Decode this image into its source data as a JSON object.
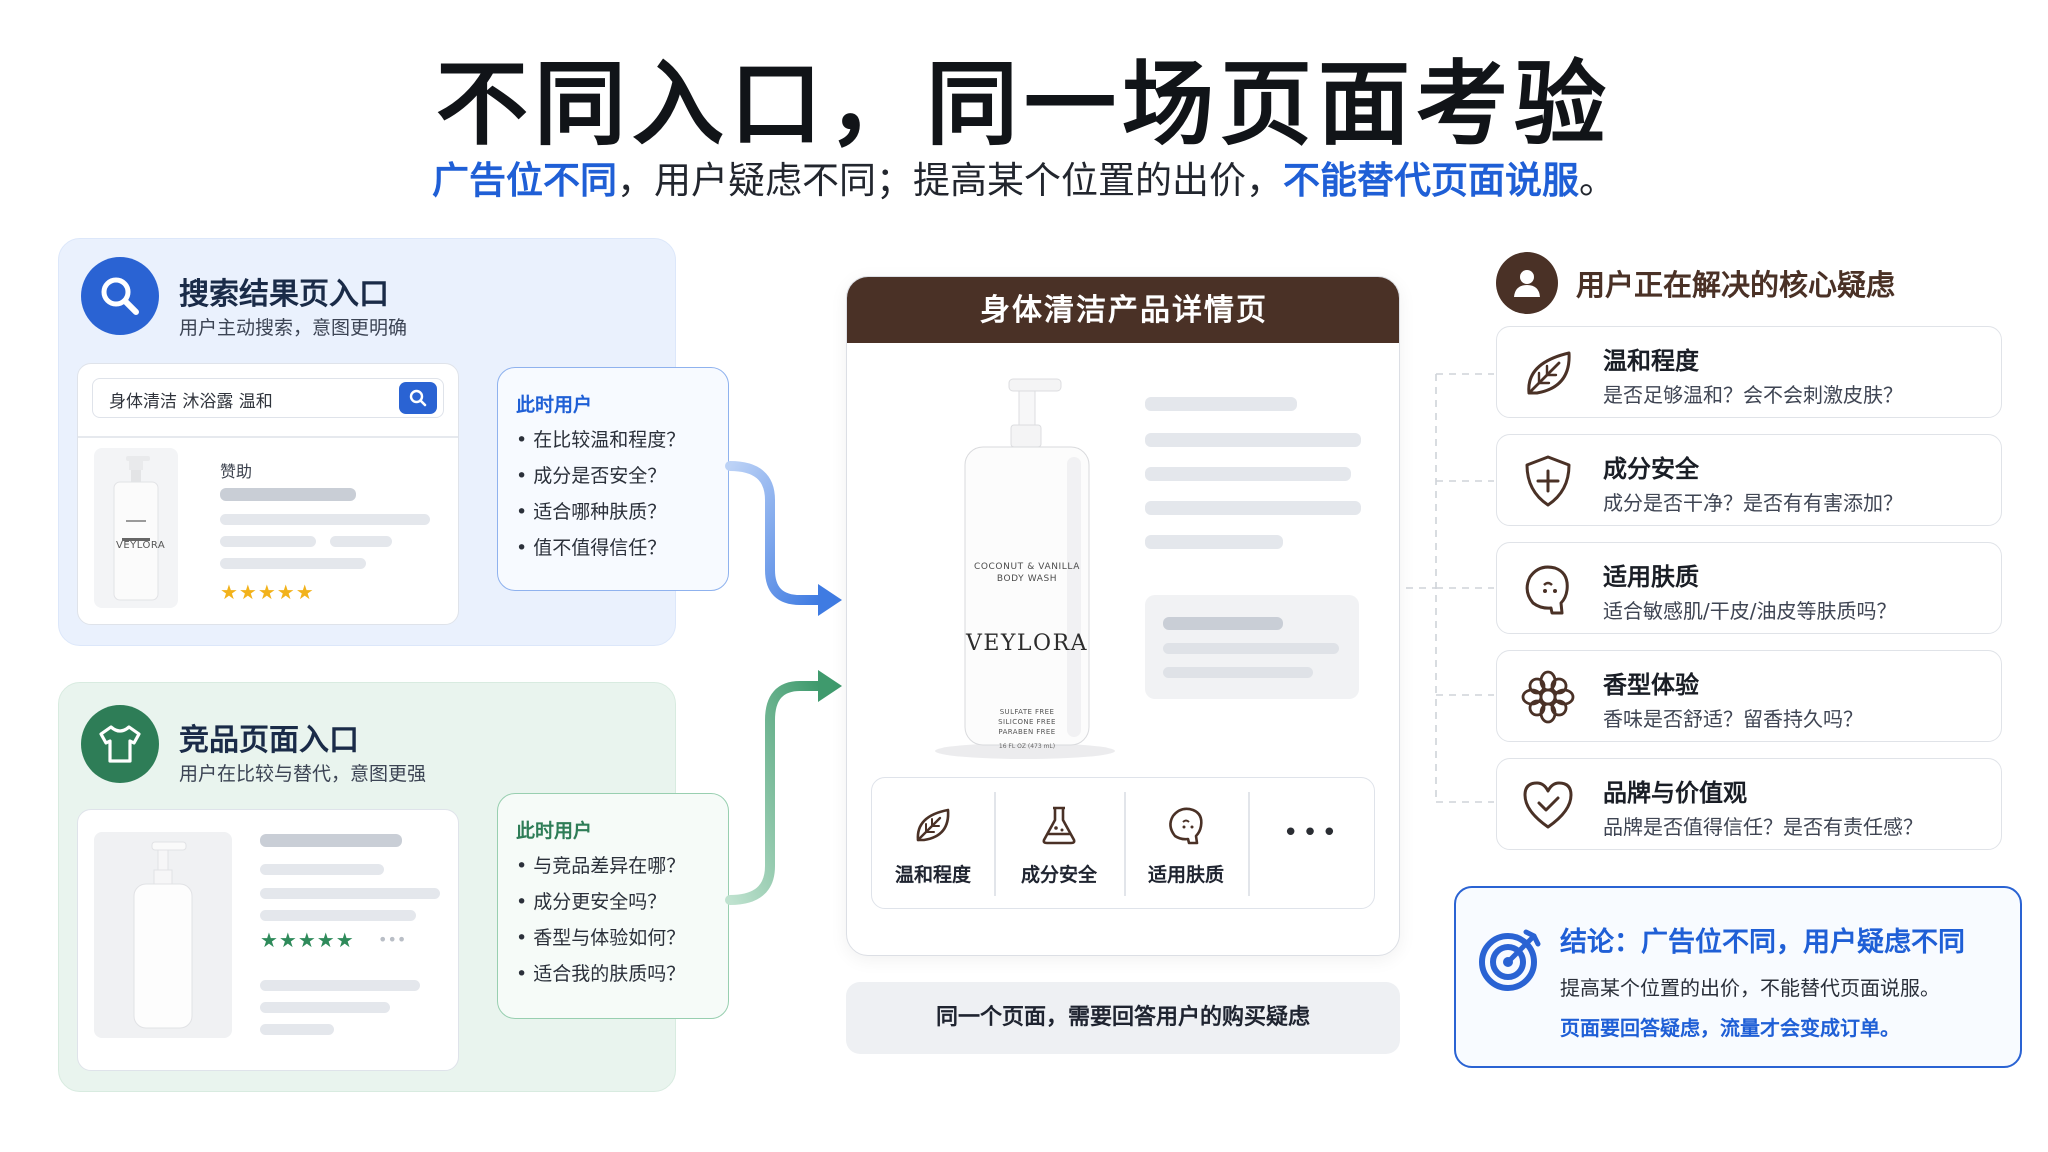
{
  "header": {
    "title": "不同入口，同一场页面考验",
    "subtitle_parts": [
      "广告位不同",
      "，用户疑虑不同；提高某个位置的出价，",
      "不能替代页面说服",
      "。"
    ]
  },
  "search_entry": {
    "title": "搜索结果页入口",
    "desc": "用户主动搜索，意图更明确",
    "query": "身体清洁 沐浴露 温和",
    "sponsored_label": "赞助",
    "stars": "★★★★★",
    "note": {
      "title": "此时用户",
      "items": [
        "• 在比较温和程度？",
        "• 成分是否安全？",
        "• 适合哪种肤质？",
        "• 值不值得信任？"
      ]
    }
  },
  "competitor_entry": {
    "title": "竞品页面入口",
    "desc": "用户在比较与替代，意图更强",
    "stars": "★★★★★",
    "more": "•••",
    "note": {
      "title": "此时用户",
      "items": [
        "• 与竞品差异在哪？",
        "• 成分更安全吗？",
        "• 香型与体验如何？",
        "• 适合我的肤质吗？"
      ]
    }
  },
  "product_page": {
    "header": "身体清洁产品详情页",
    "bottle": {
      "line1": "COCONUT & VANILLA",
      "line2": "BODY WASH",
      "brand": "VEYLORA",
      "f1": "SULFATE FREE",
      "f2": "SILICONE FREE",
      "f3": "PARABEN FREE",
      "volume": "16 FL OZ (473 mL)"
    },
    "features": [
      "温和程度",
      "成分安全",
      "适用肤质"
    ],
    "more": "•••",
    "caption": "同一个页面，需要回答用户的购买疑虑"
  },
  "concerns": {
    "title": "用户正在解决的核心疑虑",
    "items": [
      {
        "title": "温和程度",
        "desc": "是否足够温和？会不会刺激皮肤？",
        "icon": "leaf-icon"
      },
      {
        "title": "成分安全",
        "desc": "成分是否干净？是否有有害添加？",
        "icon": "shield-icon"
      },
      {
        "title": "适用肤质",
        "desc": "适合敏感肌/干皮/油皮等肤质吗？",
        "icon": "face-icon"
      },
      {
        "title": "香型体验",
        "desc": "香味是否舒适？留香持久吗？",
        "icon": "flower-icon"
      },
      {
        "title": "品牌与价值观",
        "desc": "品牌是否值得信任？是否有责任感？",
        "icon": "heart-icon"
      }
    ]
  },
  "conclusion": {
    "title": "结论：广告位不同，用户疑虑不同",
    "line1": "提高某个位置的出价，不能替代页面说服。",
    "line2": "页面要回答疑虑，流量才会变成订单。"
  },
  "colors": {
    "blue": "#1f5fd6",
    "green": "#2e7d57",
    "brown": "#4a3126"
  }
}
